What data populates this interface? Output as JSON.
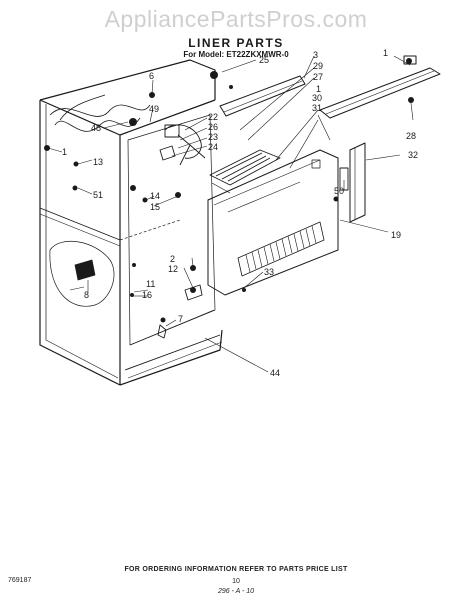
{
  "watermark": "AppliancePartsPros.com",
  "title": "LINER PARTS",
  "model_line": "For Model: ET22ZKXMWR-0",
  "callouts": [
    "1",
    "3",
    "29",
    "27",
    "25",
    "6",
    "49",
    "48",
    "1",
    "22",
    "26",
    "23",
    "24",
    "13",
    "51",
    "14",
    "15",
    "2",
    "12",
    "11",
    "16",
    "8",
    "7",
    "1",
    "30",
    "31",
    "28",
    "32",
    "50",
    "19",
    "33",
    "44"
  ],
  "footer": {
    "order_info": "FOR ORDERING INFORMATION REFER TO PARTS PRICE LIST",
    "pub_no": "769187",
    "page_no": "10",
    "code": "296 - A - 10"
  }
}
